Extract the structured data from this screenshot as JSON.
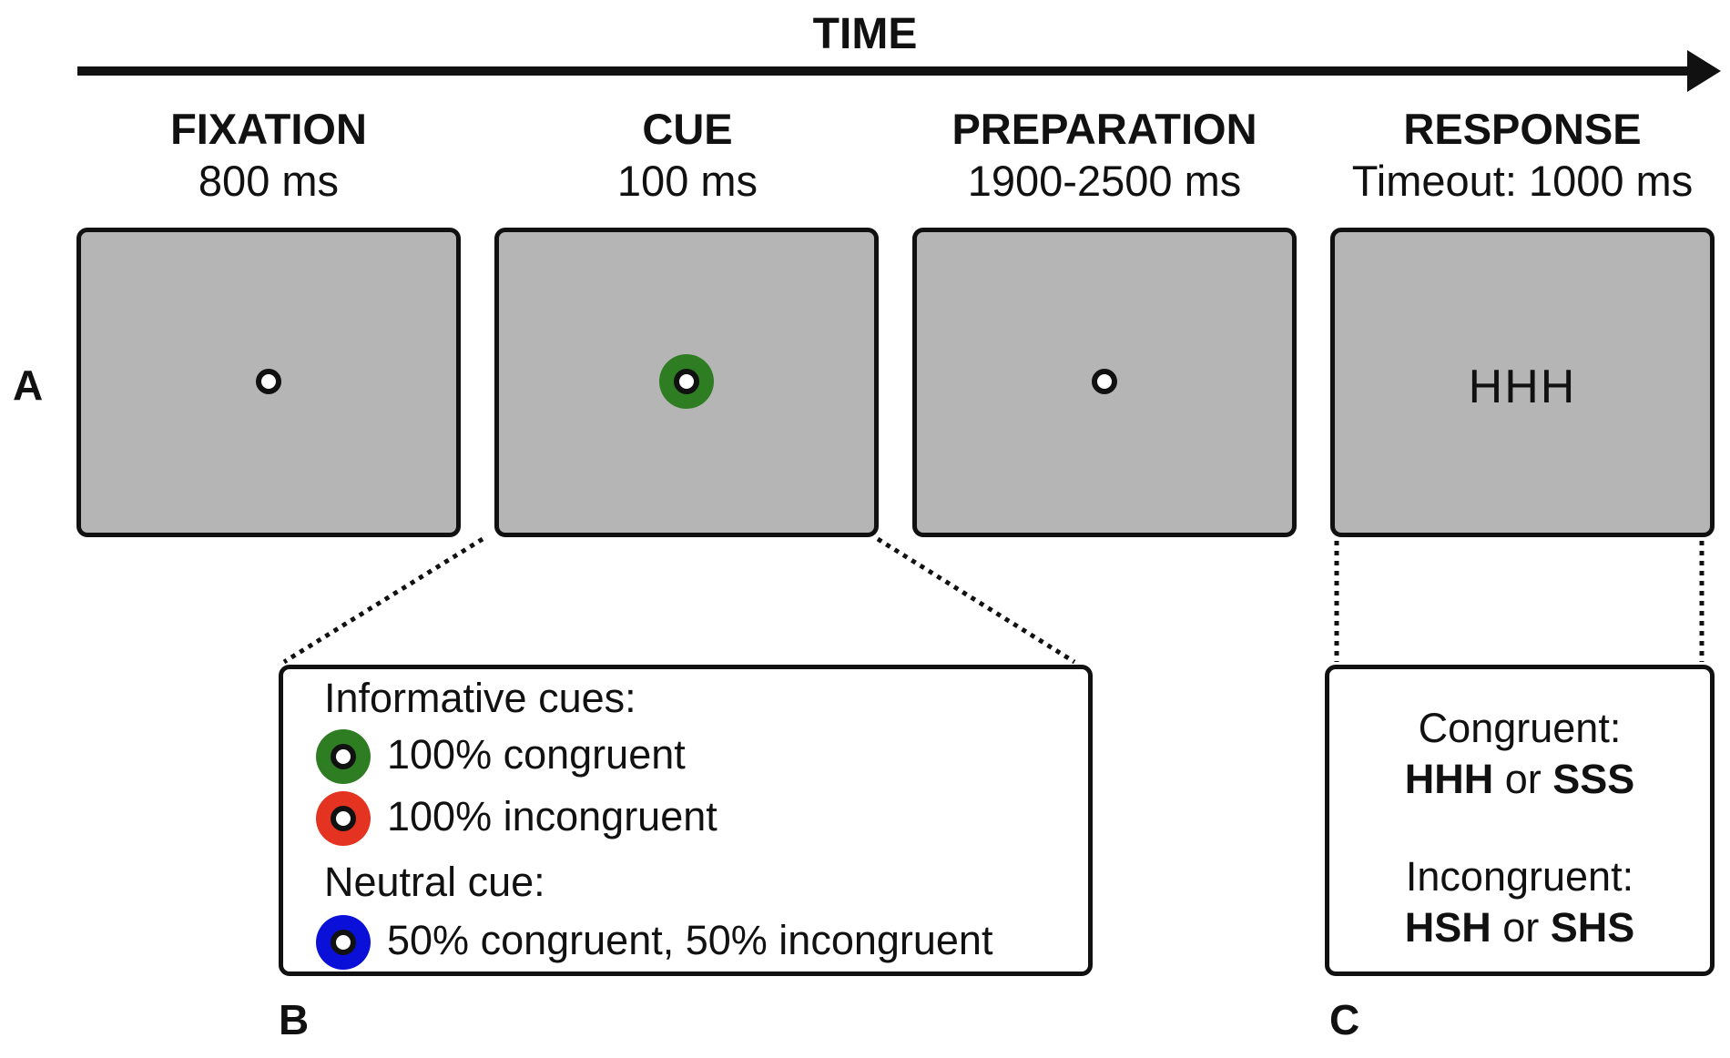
{
  "timeline": {
    "label": "TIME"
  },
  "stages": [
    {
      "title": "FIXATION",
      "duration": "800 ms"
    },
    {
      "title": "CUE",
      "duration": "100 ms"
    },
    {
      "title": "PREPARATION",
      "duration": "1900-2500 ms"
    },
    {
      "title": "RESPONSE",
      "duration": "Timeout: 1000 ms"
    }
  ],
  "stimulus": {
    "text": "HHH"
  },
  "panel_labels": {
    "a": "A",
    "b": "B",
    "c": "C"
  },
  "cue_legend": {
    "informative_heading": "Informative cues:",
    "neutral_heading": "Neutral cue:",
    "items": [
      {
        "label": "100% congruent",
        "color": "#2e7d22"
      },
      {
        "label": "100% incongruent",
        "color": "#e53322"
      },
      {
        "label": "50% congruent, 50% incongruent",
        "color": "#0a10d8"
      }
    ]
  },
  "response_legend": {
    "congruent_heading": "Congruent:",
    "congruent_a": "HHH",
    "congruent_or": "or",
    "congruent_b": "SSS",
    "incongruent_heading": "Incongruent:",
    "incongruent_a": "HSH",
    "incongruent_or": "or",
    "incongruent_b": "SHS"
  },
  "colors": {
    "screen": "#b5b5b5",
    "cue_shown": "#2e7d22"
  }
}
